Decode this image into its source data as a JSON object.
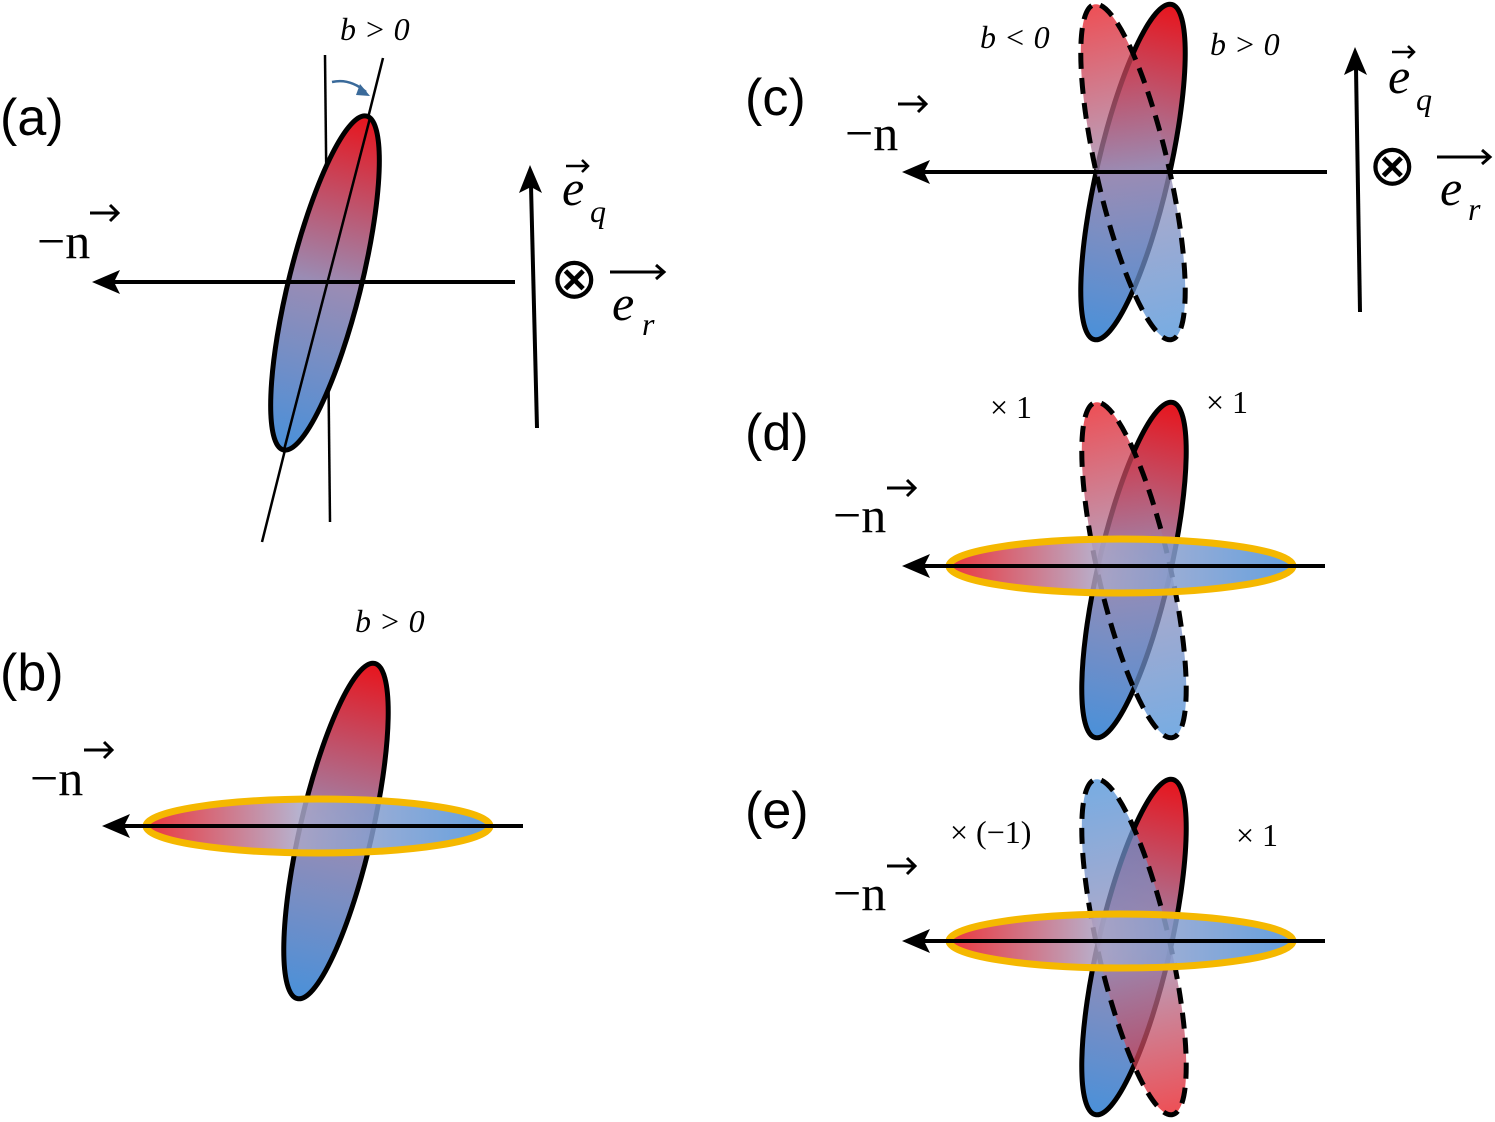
{
  "panels": {
    "a": {
      "label": "(a)",
      "tilt": "b > 0",
      "neg_n": "−n",
      "e_q": "e",
      "e_q_sub": "q",
      "otimes": "⊗",
      "e_r": "e",
      "e_r_sub": "r"
    },
    "b": {
      "label": "(b)",
      "tilt": "b > 0",
      "neg_n": "−n"
    },
    "c": {
      "label": "(c)",
      "tilt_left": "b < 0",
      "tilt_right": "b > 0",
      "neg_n": "−n",
      "e_q": "e",
      "e_q_sub": "q",
      "otimes": "⊗",
      "e_r": "e",
      "e_r_sub": "r"
    },
    "d": {
      "label": "(d)",
      "factor_left": "× 1",
      "factor_right": "× 1",
      "neg_n": "−n"
    },
    "e": {
      "label": "(e)",
      "factor_left": "× (−1)",
      "factor_right": "× 1",
      "neg_n": "−n"
    }
  },
  "colors": {
    "red": "#e8141c",
    "blue": "#4a90d9",
    "outline": "#000000",
    "disk_outline": "#f5b800",
    "tilt_arrow": "#3a6a9a"
  }
}
